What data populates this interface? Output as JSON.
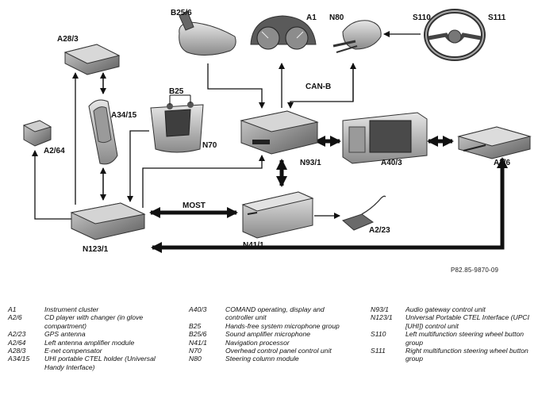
{
  "diagram": {
    "components": {
      "A1": "A1",
      "A2_6": "A2/6",
      "A2_23": "A2/23",
      "A2_64": "A2/64",
      "A28_3": "A28/3",
      "A34_15": "A34/15",
      "A40_3": "A40/3",
      "B25": "B25",
      "B25_6": "B25/6",
      "N41_1": "N41/1",
      "N70": "N70",
      "N80": "N80",
      "N93_1": "N93/1",
      "N123_1": "N123/1",
      "S110": "S110",
      "S111": "S111"
    },
    "bus_labels": {
      "can": "CAN-B",
      "most": "MOST"
    },
    "reference": "P82.85-9870-09"
  },
  "legend": [
    [
      {
        "code": "A1",
        "desc": "Instrument cluster"
      },
      {
        "code": "A2/6",
        "desc": "CD player with changer (in glove compartment)"
      },
      {
        "code": "A2/23",
        "desc": "GPS antenna"
      },
      {
        "code": "A2/64",
        "desc": "Left antenna amplifier module"
      },
      {
        "code": "A28/3",
        "desc": "E-net compensator"
      },
      {
        "code": "A34/15",
        "desc": "UHI portable CTEL holder (Universal Handy Interface)"
      }
    ],
    [
      {
        "code": "A40/3",
        "desc": "COMAND operating, display and controller unit"
      },
      {
        "code": "B25",
        "desc": "Hands-free system microphone group"
      },
      {
        "code": "B25/6",
        "desc": "Sound amplifier microphone"
      },
      {
        "code": "N41/1",
        "desc": "Navigation processor"
      },
      {
        "code": "N70",
        "desc": "Overhead control panel control unit"
      },
      {
        "code": "N80",
        "desc": "Steering column module"
      }
    ],
    [
      {
        "code": "N93/1",
        "desc": "Audio gateway control unit"
      },
      {
        "code": "N123/1",
        "desc": "Universal Portable CTEL Interface (UPCI [UHI]) control unit"
      },
      {
        "code": "S110",
        "desc": "Left multifunction steering wheel button group"
      },
      {
        "code": "S111",
        "desc": "Right multifunction steering wheel button group"
      }
    ]
  ]
}
